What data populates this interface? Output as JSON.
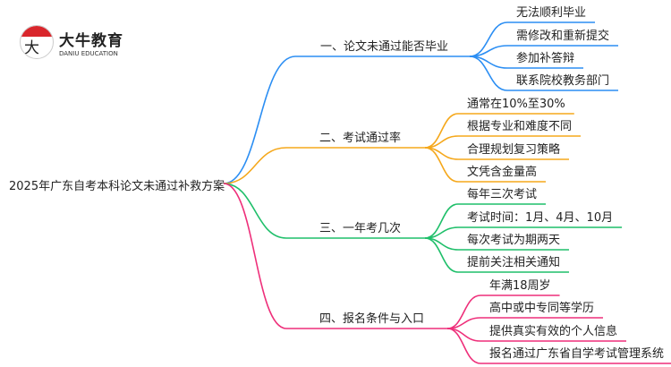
{
  "logo": {
    "badge_text": "大牛",
    "name_cn": "大牛教育",
    "name_en": "DANIU EDUCATION"
  },
  "root": "2025年广东自考本科论文未通过补救方案",
  "branches": [
    {
      "label": "一、论文未通过能否毕业",
      "color": "#2b8ef3",
      "leaves": [
        "无法顺利毕业",
        "需修改和重新提交",
        "参加补答辩",
        "联系院校教务部门"
      ]
    },
    {
      "label": "二、考试通过率",
      "color": "#f5a81c",
      "leaves": [
        "通常在10%至30%",
        "根据专业和难度不同",
        "合理规划复习策略",
        "文凭含金量高"
      ]
    },
    {
      "label": "三、一年考几次",
      "color": "#1fbf6a",
      "leaves": [
        "每年三次考试",
        "考试时间：1月、4月、10月",
        "每次考试为期两天",
        "提前关注相关通知"
      ]
    },
    {
      "label": "四、报名条件与入口",
      "color": "#ee2f7a",
      "leaves": [
        "年满18周岁",
        "高中或中专同等学历",
        "提供真实有效的个人信息",
        "报名通过广东省自学考试管理系统"
      ]
    }
  ]
}
